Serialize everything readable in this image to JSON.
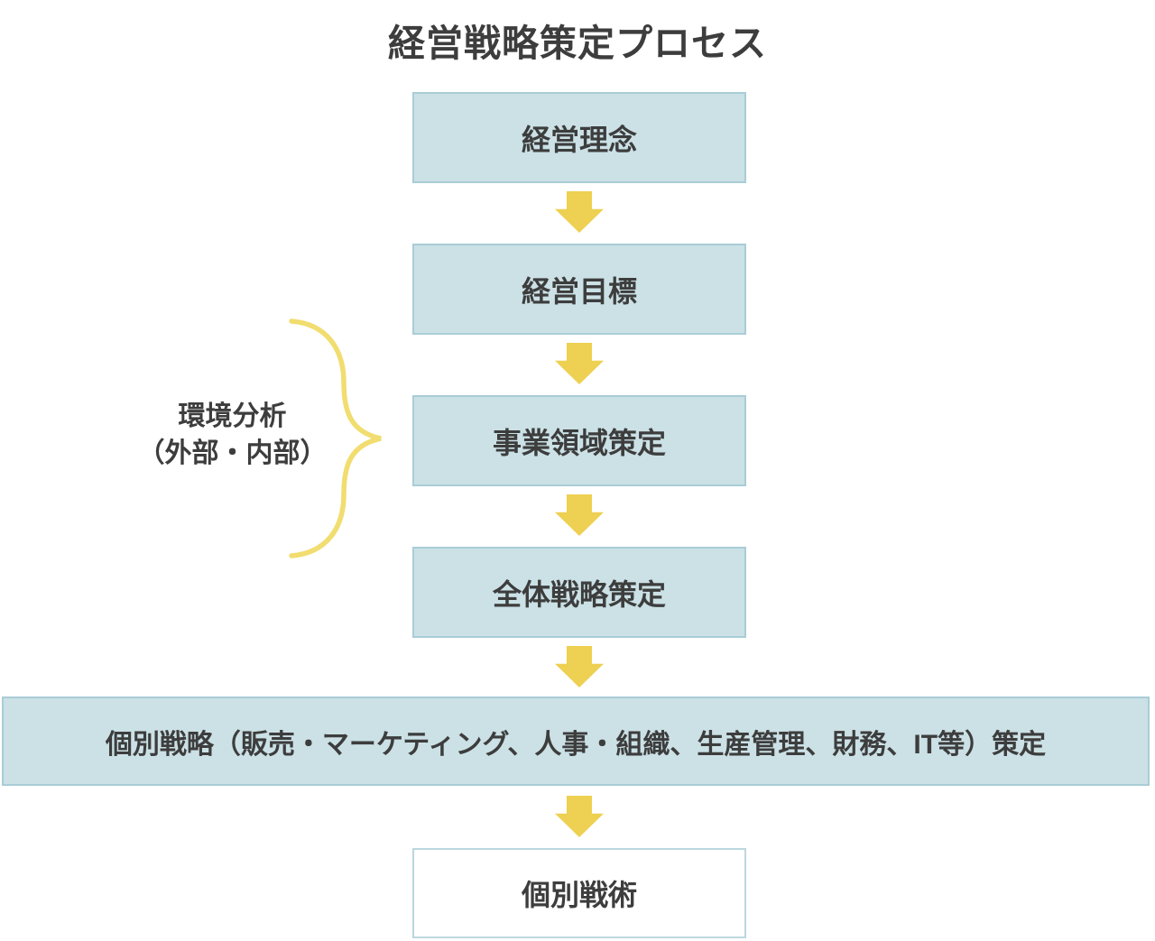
{
  "title": "経営戦略策定プロセス",
  "diagram": {
    "steps": [
      {
        "id": "step-1",
        "label": "経営理念"
      },
      {
        "id": "step-2",
        "label": "経営目標"
      },
      {
        "id": "step-3",
        "label": "事業領域策定"
      },
      {
        "id": "step-4",
        "label": "全体戦略策定"
      },
      {
        "id": "step-5",
        "label": "個別戦略（販売・マーケティング、人事・組織、生産管理、財務、IT等）策定"
      },
      {
        "id": "step-6",
        "label": "個別戦術"
      }
    ],
    "annotation": {
      "line1": "環境分析",
      "line2": "（外部・内部）"
    },
    "colors": {
      "box_fill": "#cbe1e6",
      "box_border": "#a9cdd6",
      "final_box_fill": "#ffffff",
      "final_box_border": "#bcd7de",
      "arrow_yellow": "#eed052",
      "brace_yellow": "#f1dd70",
      "text_dark": "#3d3d3d",
      "background": "#ffffff"
    }
  }
}
